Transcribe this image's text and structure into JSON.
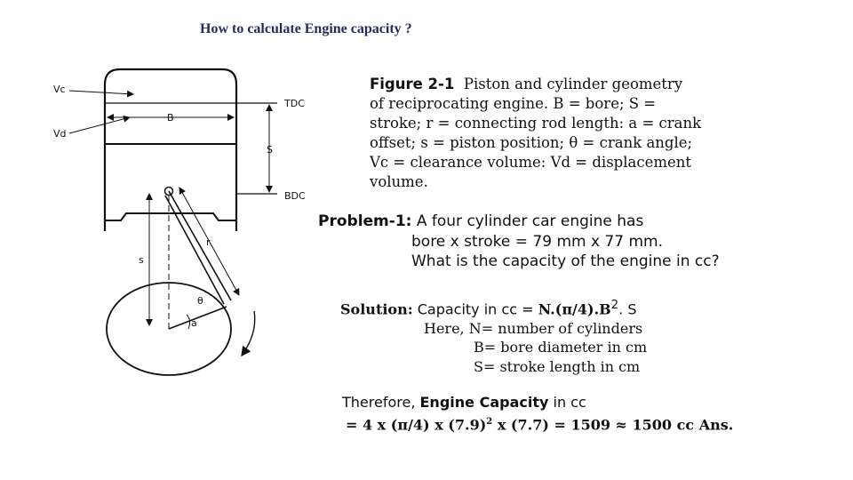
{
  "page": {
    "title": "How to calculate Engine capacity ?"
  },
  "diagram": {
    "labels": {
      "vc": "Vc",
      "vd": "Vd",
      "b": "B",
      "tdc": "TDC",
      "s_upper": "S",
      "bdc": "BDC",
      "r": "r",
      "s_lower": "s",
      "theta": "θ",
      "a": "a"
    }
  },
  "caption": {
    "figure_label": "Figure 2-1",
    "lines": [
      "Piston and cylinder geometry",
      "of reciprocating engine. B = bore; S =",
      "stroke; r = connecting rod length: a = crank",
      "offset; s = piston position; θ = crank angle;",
      "Vc = clearance volume: Vd = displacement",
      "volume."
    ]
  },
  "problem": {
    "label": "Problem-1:",
    "line1": "A four cylinder car engine has",
    "line2": "bore x stroke =  79 mm x 77 mm.",
    "line3": "What is the capacity of the engine in cc?"
  },
  "solution": {
    "label": "Solution:",
    "line1_text": "Capacity in cc = ",
    "line1_formula": "N.(π/4).B",
    "line1_sup": "2",
    "line1_tail": ". S",
    "line2": "Here, N= number of cylinders",
    "line3": "B= bore diameter in cm",
    "line4": "S= stroke length in cm"
  },
  "therefore": {
    "prefix": "Therefore, ",
    "label": "Engine Capacity",
    "suffix": " in cc",
    "eq_part1": "= 4 x (π/4) x (7.9)",
    "eq_sup": "2",
    "eq_part2": " x (7.7) = 1509 ≈ ",
    "answer": "1500 cc Ans."
  },
  "colors": {
    "title": "#1f2d5c",
    "text": "#111111",
    "background": "#ffffff"
  }
}
